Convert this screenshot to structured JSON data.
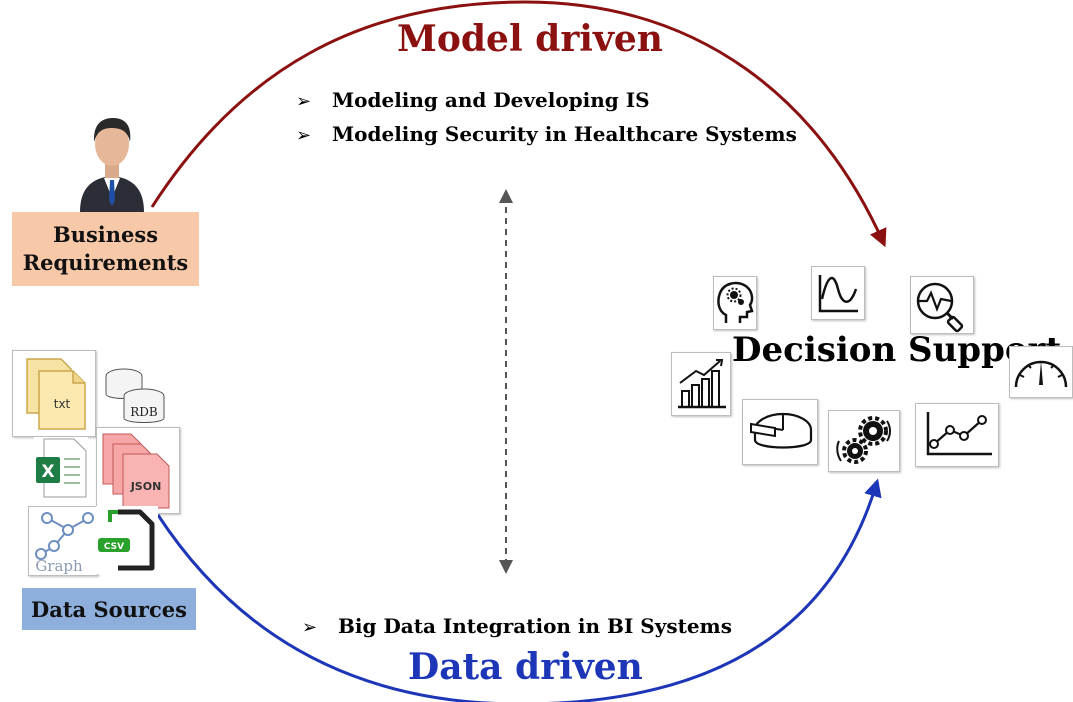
{
  "model_title": "Model driven",
  "data_title": "Data driven",
  "model_bullets": [
    "Modeling and Developing IS",
    "Modeling Security in Healthcare Systems"
  ],
  "data_bullets": [
    "Big Data Integration in BI Systems"
  ],
  "bullet_marker": "➢",
  "decision_title": "Decision Support",
  "business_requirements": {
    "line1": "Business",
    "line2": "Requirements"
  },
  "data_sources_label": "Data Sources",
  "source_files": {
    "txt": "txt",
    "rdb": "RDB",
    "json": "JSON",
    "csv": "CSV",
    "graph": "Graph"
  },
  "colors": {
    "model": "#8b1010",
    "data": "#1d36b8",
    "requirements_box": "#f8c9a9",
    "sources_box": "#8eaedb"
  },
  "icons": [
    "person-icon",
    "txt-file-icon",
    "database-icon",
    "excel-file-icon",
    "json-file-icon",
    "graph-icon",
    "csv-file-icon",
    "brain-gears-icon",
    "wave-chart-icon",
    "magnifier-pulse-icon",
    "speedometer-icon",
    "bar-chart-icon",
    "pie-chart-icon",
    "gears-icon",
    "line-chart-icon"
  ]
}
